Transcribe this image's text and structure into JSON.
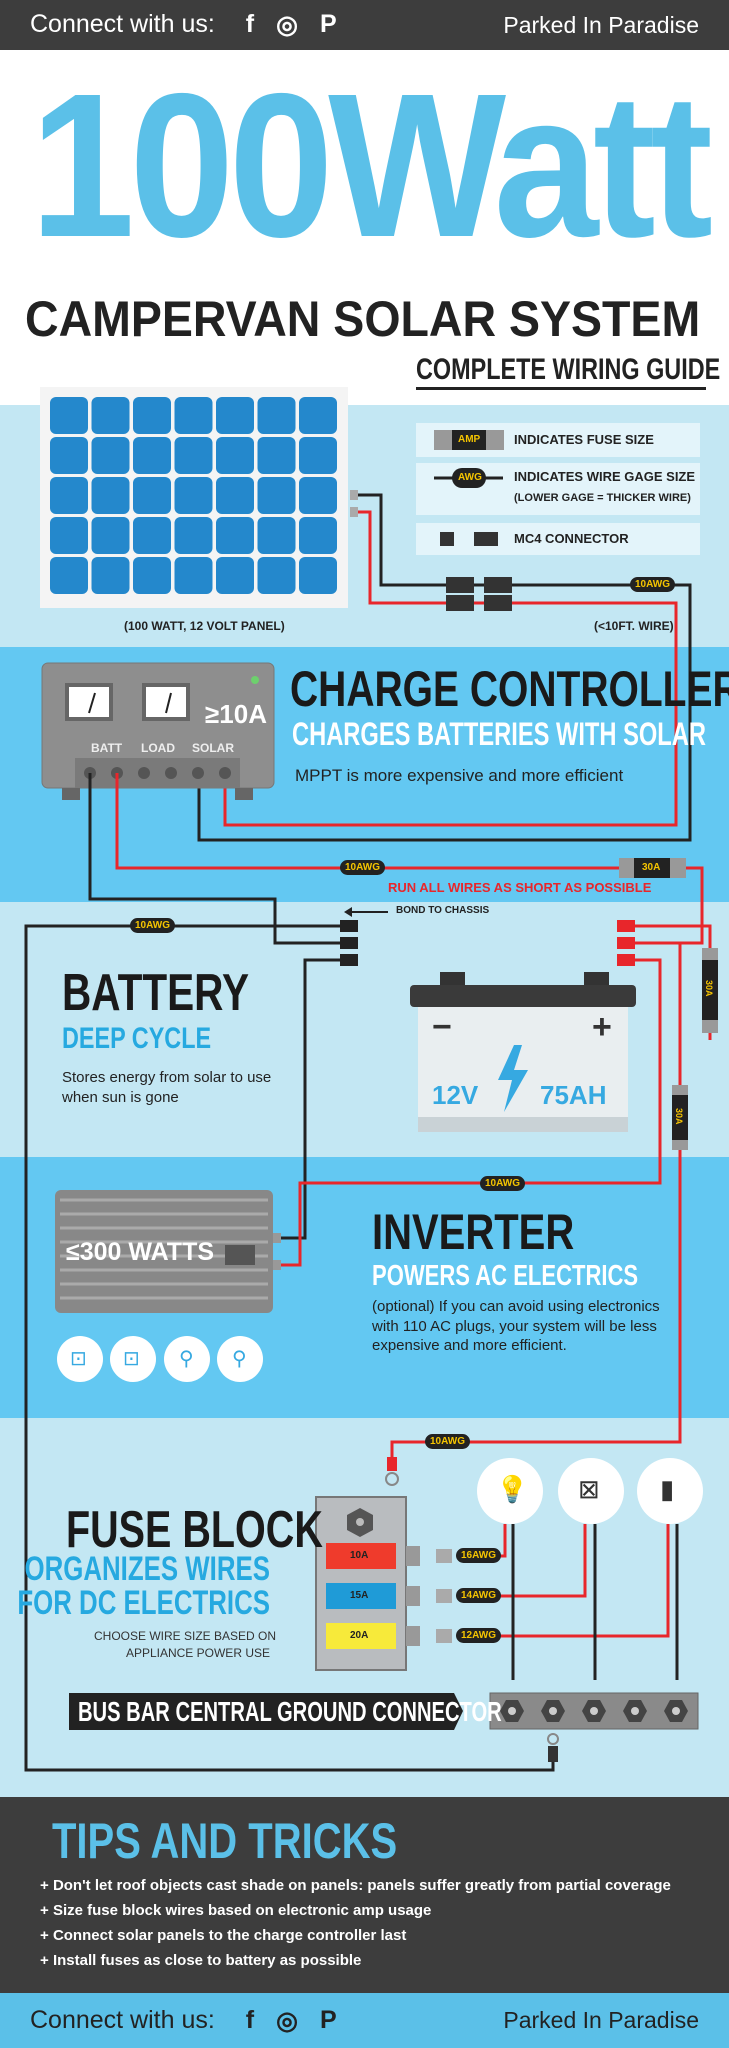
{
  "header_bar": {
    "connect_label": "Connect with us:",
    "social": [
      "facebook-icon",
      "instagram-icon",
      "pinterest-icon"
    ],
    "social_glyphs": [
      "f",
      "◎",
      "P"
    ],
    "brand": "Parked In Paradise"
  },
  "title": {
    "big": "100Watt",
    "sub": "CAMPERVAN SOLAR SYSTEM",
    "guide": "COMPLETE WIRING GUIDE"
  },
  "colors": {
    "dark": "#3d3d3d",
    "blue": "#5bc0e8",
    "light_blue": "#c3e7f3",
    "mid_blue": "#63c8f2",
    "red": "#e8262b",
    "fuse_yellow": "#f5c400"
  },
  "legend": {
    "amp_tag": "AMP",
    "amp_text": "INDICATES FUSE SIZE",
    "awg_tag": "AWG",
    "awg_text": "INDICATES WIRE GAGE SIZE",
    "awg_note": "(LOWER GAGE = THICKER WIRE)",
    "mc4_text": "MC4 CONNECTOR"
  },
  "panel": {
    "caption": "(100 WATT, 12 VOLT PANEL)",
    "wire_note": "(<10FT. WIRE)",
    "wire_gauge": "10AWG"
  },
  "charge_controller": {
    "title": "CHARGE CONTROLLER",
    "subtitle": "CHARGES BATTERIES WITH SOLAR",
    "text": "MPPT is more expensive and more efficient",
    "rating": "≥10A",
    "ports": [
      "BATT",
      "LOAD",
      "SOLAR"
    ],
    "wire_gauge": "10AWG",
    "fuse": "30A",
    "note": "RUN ALL WIRES AS SHORT AS POSSIBLE"
  },
  "battery": {
    "title": "BATTERY",
    "subtitle": "DEEP CYCLE",
    "text": "Stores energy from solar to use when sun is gone",
    "voltage": "12V",
    "capacity": "75AH",
    "minus": "−",
    "plus": "+",
    "chassis": "BOND TO CHASSIS",
    "ground_gauge": "10AWG",
    "fuse1": "30A",
    "fuse2": "30A"
  },
  "inverter": {
    "title": "INVERTER",
    "subtitle": "POWERS AC ELECTRICS",
    "text": "(optional) If you can avoid using electronics with 110 AC plugs, your system will be less expensive and more efficient.",
    "rating": "≤300 WATTS",
    "wire_gauge": "10AWG",
    "outlets": [
      "ac-outlet-icon",
      "ac-outlet-icon",
      "usb-icon",
      "usb-icon"
    ]
  },
  "fuse_block": {
    "title": "FUSE BLOCK",
    "subtitle1": "ORGANIZES WIRES",
    "subtitle2": "FOR  DC ELECTRICS",
    "note1": "CHOOSE WIRE SIZE BASED ON",
    "note2": "APPLIANCE POWER USE",
    "feed_gauge": "10AWG",
    "fuses": [
      {
        "amp": "10A",
        "color": "#ef3b2c",
        "gauge": "16AWG"
      },
      {
        "amp": "15A",
        "color": "#1f9bd7",
        "gauge": "14AWG"
      },
      {
        "amp": "20A",
        "color": "#f7ea3a",
        "gauge": "12AWG"
      }
    ],
    "appliances": [
      "light-bulb-icon",
      "fan-icon",
      "fridge-icon"
    ],
    "bus_bar": "BUS BAR CENTRAL GROUND CONNECTOR"
  },
  "tips": {
    "title": "TIPS AND TRICKS",
    "items": [
      "Don't let roof objects cast shade on panels: panels suffer greatly from partial coverage",
      "Size fuse block wires based on electronic amp usage",
      "Connect solar panels to the charge controller last",
      "Install fuses as close to battery as possible"
    ]
  },
  "footer_bar": {
    "connect_label": "Connect with us:",
    "brand": "Parked In Paradise"
  }
}
